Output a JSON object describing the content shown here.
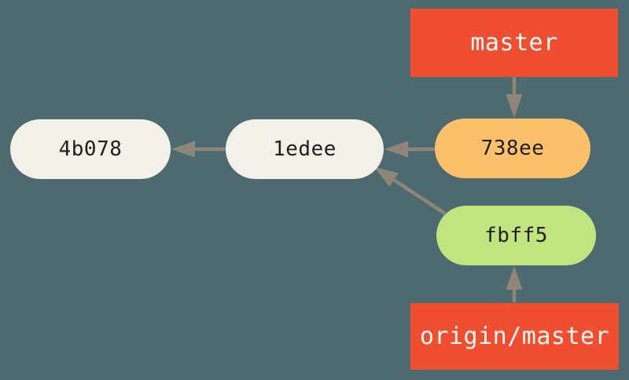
{
  "diagram": {
    "type": "git-commit-graph",
    "background_color": "#4C6A70",
    "arrow_color": "#8F8678",
    "branch_labels": [
      {
        "label": "master",
        "color": "#F04E30",
        "text_color": "#FCFBF8",
        "points_to": "738ee"
      },
      {
        "label": "origin/master",
        "color": "#F04E30",
        "text_color": "#FCFBF8",
        "points_to": "fbff5"
      }
    ],
    "commits": [
      {
        "label": "4b078",
        "color": "#F2F0E7"
      },
      {
        "label": "1edee",
        "color": "#F2F0E7"
      },
      {
        "label": "738ee",
        "color": "#FAC06A"
      },
      {
        "label": "fbff5",
        "color": "#C0E57F"
      }
    ],
    "edges": [
      {
        "from": "master",
        "to": "738ee"
      },
      {
        "from": "738ee",
        "to": "1edee"
      },
      {
        "from": "1edee",
        "to": "4b078"
      },
      {
        "from": "fbff5",
        "to": "1edee"
      },
      {
        "from": "origin/master",
        "to": "fbff5"
      }
    ]
  }
}
